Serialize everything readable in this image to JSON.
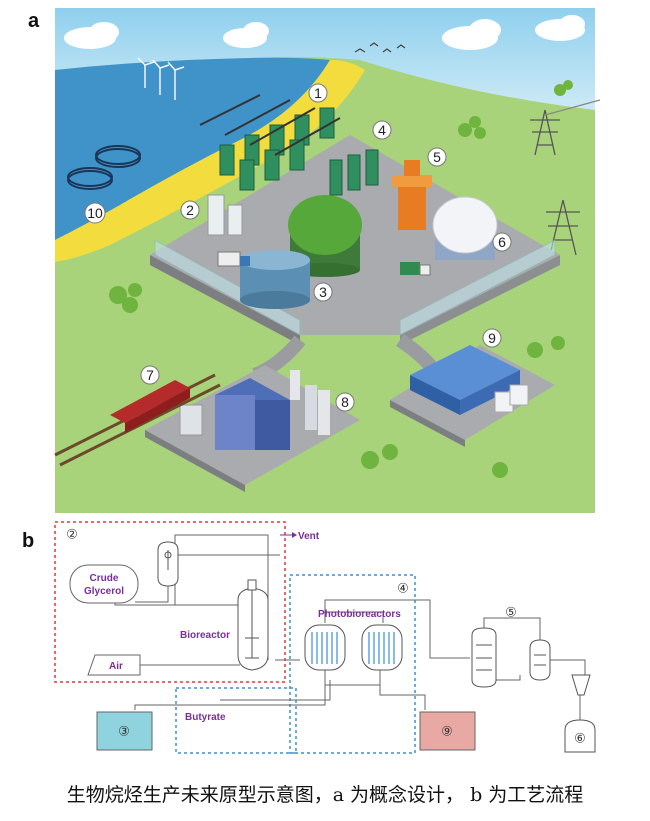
{
  "panel_a": {
    "letter": "a",
    "callouts": [
      "1",
      "2",
      "3",
      "4",
      "5",
      "6",
      "7",
      "8",
      "9",
      "10"
    ]
  },
  "panel_b": {
    "letter": "b",
    "labels": {
      "vent": "Vent",
      "crude_glycerol_line1": "Crude",
      "crude_glycerol_line2": "Glycerol",
      "air": "Air",
      "bioreactor": "Bioreactor",
      "photobioreactors": "Photobioreactors",
      "butyrate": "Butyrate"
    },
    "box_numbers": {
      "n2": "②",
      "n4": "④",
      "n5": "⑤",
      "n3": "③",
      "n9": "⑨",
      "n6": "⑥"
    }
  },
  "caption": "生物烷烃生产未来原型示意图，a 为概念设计，  b 为工艺流程",
  "colors": {
    "sky": "#7fc4e6",
    "sea": "#3f93c9",
    "sand": "#f3dc3e",
    "grass": "#a8d37a",
    "platform": "#a9abae",
    "red_dash": "#e0393e",
    "blue_dash": "#3a8fd6",
    "purple_text": "#7a2e9a",
    "box3": "#8fd3df",
    "box9": "#e8a8a4"
  }
}
